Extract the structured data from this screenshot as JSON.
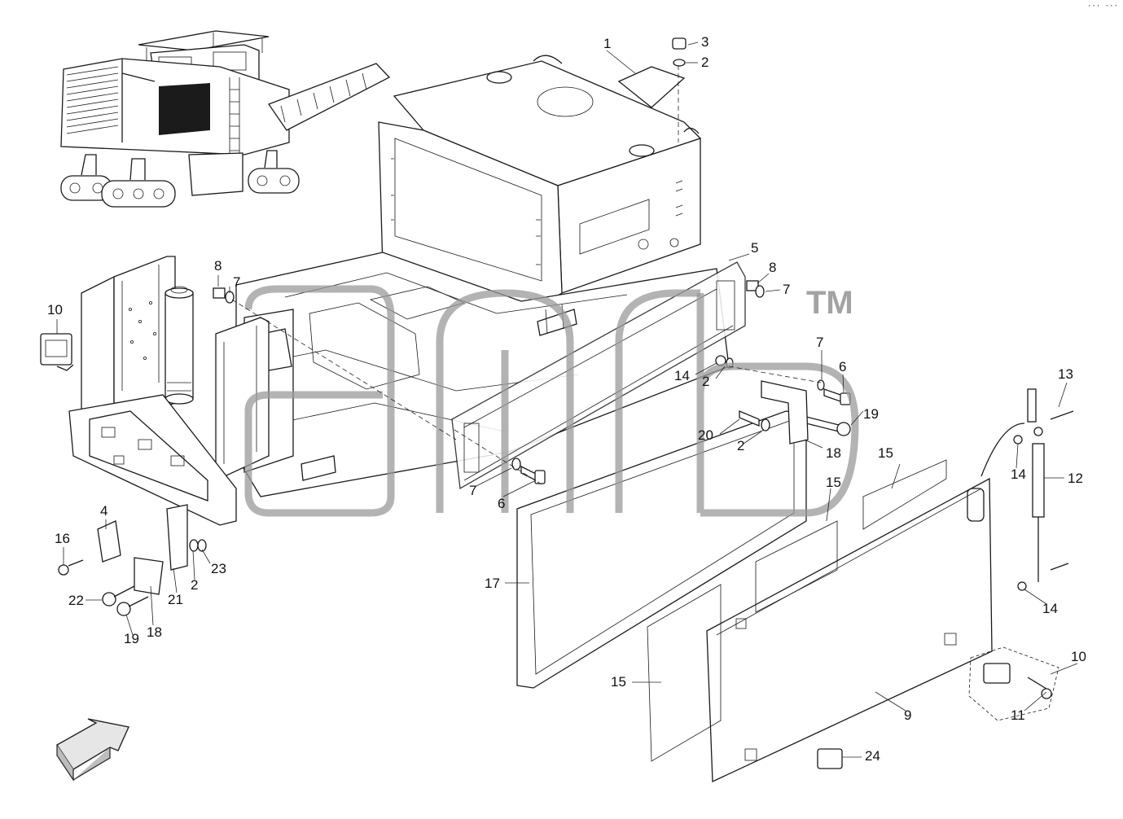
{
  "corner_mark": "··· ···",
  "watermark_tm": "TM",
  "callouts": [
    {
      "id": "c1",
      "label": "1"
    },
    {
      "id": "c3",
      "label": "3"
    },
    {
      "id": "c2a",
      "label": "2"
    },
    {
      "id": "c5",
      "label": "5"
    },
    {
      "id": "c8a",
      "label": "8"
    },
    {
      "id": "c7a",
      "label": "7"
    },
    {
      "id": "c10a",
      "label": "10"
    },
    {
      "id": "c8b",
      "label": "8"
    },
    {
      "id": "c7b",
      "label": "7"
    },
    {
      "id": "c7c",
      "label": "7"
    },
    {
      "id": "c6a",
      "label": "6"
    },
    {
      "id": "c14a",
      "label": "14"
    },
    {
      "id": "c2b",
      "label": "2"
    },
    {
      "id": "c19a",
      "label": "19"
    },
    {
      "id": "c13",
      "label": "13"
    },
    {
      "id": "c20",
      "label": "20"
    },
    {
      "id": "c2c",
      "label": "2"
    },
    {
      "id": "c18a",
      "label": "18"
    },
    {
      "id": "c15a",
      "label": "15"
    },
    {
      "id": "c14b",
      "label": "14"
    },
    {
      "id": "c12",
      "label": "12"
    },
    {
      "id": "c15b",
      "label": "15"
    },
    {
      "id": "c7d",
      "label": "7"
    },
    {
      "id": "c6b",
      "label": "6"
    },
    {
      "id": "c4",
      "label": "4"
    },
    {
      "id": "c16",
      "label": "16"
    },
    {
      "id": "c23",
      "label": "23"
    },
    {
      "id": "c2d",
      "label": "2"
    },
    {
      "id": "c17",
      "label": "17"
    },
    {
      "id": "c21",
      "label": "21"
    },
    {
      "id": "c22",
      "label": "22"
    },
    {
      "id": "c18b",
      "label": "18"
    },
    {
      "id": "c19b",
      "label": "19"
    },
    {
      "id": "c14c",
      "label": "14"
    },
    {
      "id": "c15c",
      "label": "15"
    },
    {
      "id": "c10b",
      "label": "10"
    },
    {
      "id": "c9",
      "label": "9"
    },
    {
      "id": "c11",
      "label": "11"
    },
    {
      "id": "c24",
      "label": "24"
    }
  ]
}
